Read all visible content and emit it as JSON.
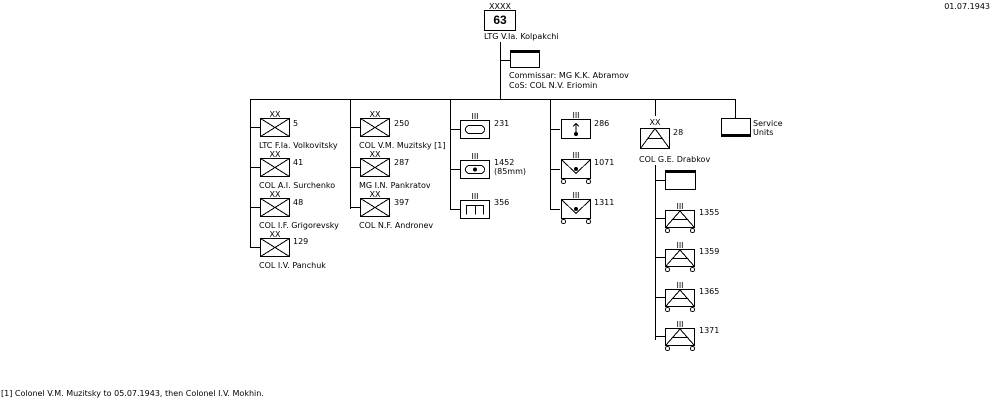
{
  "date": "01.07.1943",
  "army": {
    "echelon": "XXXX",
    "number": "63",
    "commander": "LTG  V.Ia. Kolpakchi"
  },
  "hq": {
    "line1": "Commissar:  MG  K.K. Abramov",
    "line2": "CoS:  COL  N.V. Eriomin"
  },
  "column1": [
    {
      "echelon": "XX",
      "number": "5",
      "commander": "LTC  F.Ia. Volkovitsky"
    },
    {
      "echelon": "XX",
      "number": "41",
      "commander": "COL  A.I. Surchenko"
    },
    {
      "echelon": "XX",
      "number": "48",
      "commander": "COL  I.F. Grigorevsky"
    },
    {
      "echelon": "XX",
      "number": "129",
      "commander": "COL  I.V. Panchuk"
    }
  ],
  "column2": [
    {
      "echelon": "XX",
      "number": "250",
      "commander": "COL  V.M. Muzitsky [1]"
    },
    {
      "echelon": "XX",
      "number": "287",
      "commander": "MG  I.N. Pankratov"
    },
    {
      "echelon": "XX",
      "number": "397",
      "commander": "COL  N.F. Andronev"
    }
  ],
  "column3": [
    {
      "echelon": "III",
      "number": "231",
      "type": "armor"
    },
    {
      "echelon": "III",
      "number": "1452",
      "sub": "(85mm)",
      "type": "antitank"
    },
    {
      "echelon": "III",
      "number": "356",
      "type": "engineer"
    }
  ],
  "column4": [
    {
      "echelon": "III",
      "number": "286",
      "type": "mortar"
    },
    {
      "echelon": "III",
      "number": "1071",
      "type": "artillery"
    },
    {
      "echelon": "III",
      "number": "1311",
      "type": "artillery"
    }
  ],
  "aa_division": {
    "echelon": "XX",
    "number": "28",
    "commander": "COL  G.E. Drabkov"
  },
  "aa_regiments": [
    {
      "echelon": "III",
      "number": "1355"
    },
    {
      "echelon": "III",
      "number": "1359"
    },
    {
      "echelon": "III",
      "number": "1365"
    },
    {
      "echelon": "III",
      "number": "1371"
    }
  ],
  "service": {
    "line1": "Service",
    "line2": "Units"
  },
  "footnote": "[1] Colonel V.M. Muzitsky to 05.07.1943, then Colonel I.V. Mokhin."
}
